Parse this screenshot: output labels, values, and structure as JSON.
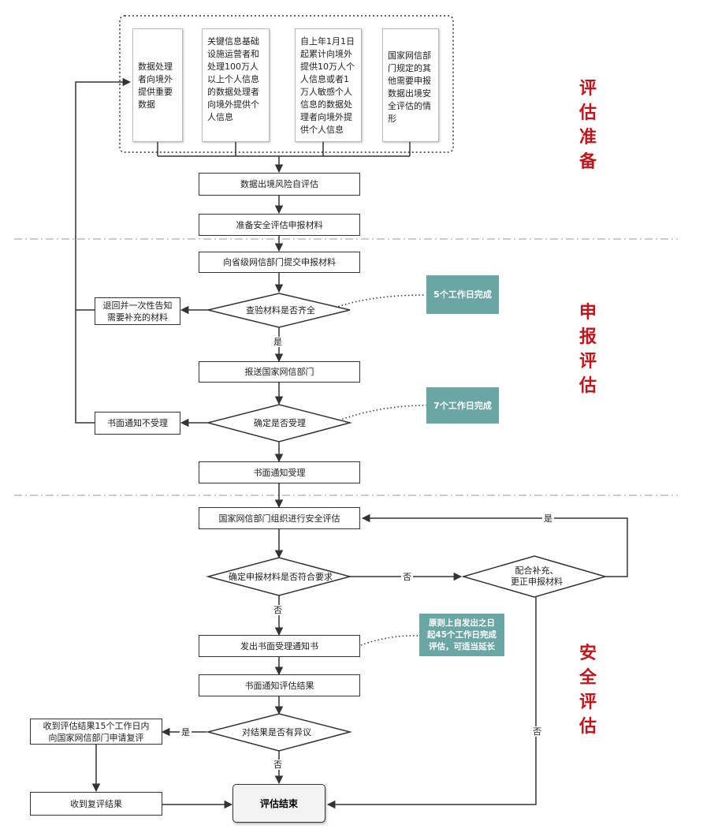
{
  "phases": {
    "prep": "评\n估\n准\n备",
    "apply": "申\n报\n评\n估",
    "assess": "安\n全\n评\n估"
  },
  "conditions": [
    "数据处理\n者向境外\n提供重要\n数据",
    "关键信息基础\n设施运营者和\n处理100万人\n以上个人信息\n的数据处理者\n向境外提供个\n人信息",
    "自上年1月1日\n起累计向境外\n提供10万人个\n人信息或者1\n万人敏感个人\n信息的数据处\n理者向境外提\n供个人信息",
    "国家网信部\n门规定的其\n他需要申报\n数据出境安\n全评估的情\n形"
  ],
  "steps": {
    "self_assess": "数据出境风险自评估",
    "prepare": "准备安全评估申报材料",
    "submit": "向省级网信部门提交申报材料",
    "check_complete": "查验材料是否齐全",
    "return_notice": "退回并一次性告知\n需要补充的材料",
    "forward": "报送国家网信部门",
    "decide_accept": "确定是否受理",
    "not_accept": "书面通知不受理",
    "accept": "书面通知受理",
    "organize": "国家网信部门组织进行安全评估",
    "check_requirements": "确定申报材料是否符合要求",
    "supplement": "配合补充、\n更正申报材料",
    "issue_notice": "发出书面受理通知书",
    "notify_result": "书面通知评估结果",
    "objection": "对结果是否有异议",
    "apply_review": "收到评估结果15个工作日内\n向国家网信部门申请复评",
    "review_result": "收到复评结果",
    "end": "评估结束"
  },
  "notes": {
    "n5": "5个工作日完成",
    "n7": "7个工作日完成",
    "n45": "原则上自发出之日\n起45个工作日完成\n评估，可适当延长"
  },
  "labels": {
    "yes": "是",
    "no": "否"
  }
}
